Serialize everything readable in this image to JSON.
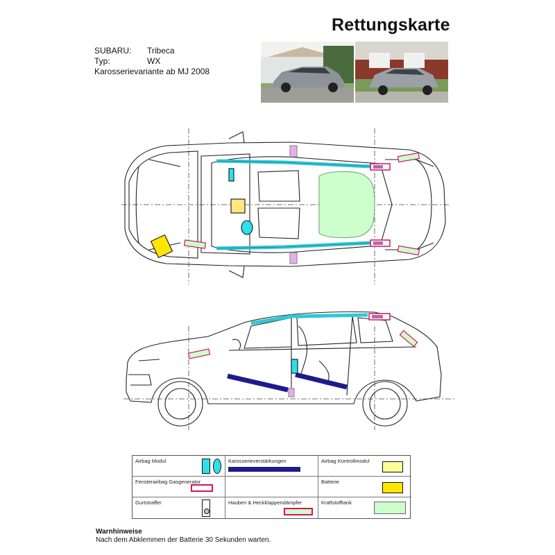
{
  "header": {
    "title": "Rettungskarte"
  },
  "vehicle": {
    "make_label": "SUBARU:",
    "make_value": "Tribeca",
    "type_label": "Typ:",
    "type_value": "WX",
    "variant": "Karosserievariante ab MJ 2008"
  },
  "colors": {
    "airbag_module": "#2ee0e8",
    "body_reinforcement": "#1c1c8c",
    "airbag_control": "#ffff99",
    "battery": "#ffe600",
    "fuel_tank": "#ccffcc",
    "gas_generator_border": "#d4145a"
  },
  "legend": {
    "airbag_module": "Airbag Modul",
    "body_reinforcement": "Karosserieverstärkungen",
    "airbag_control": "Airbag Kontrollmodul",
    "window_airbag_gas_generator": "Fensterairbag Gasgenerator",
    "battery": "Batterie",
    "belt_tensioner": "Gurtstraffer",
    "hood_damper": "Hauben & Heckklappendämpfer",
    "fuel_tank": "Kraftstofftank"
  },
  "warning": {
    "heading": "Warnhinweise",
    "text": "Nach dem Abklemmen der Batterie 30 Sekunden warten."
  }
}
